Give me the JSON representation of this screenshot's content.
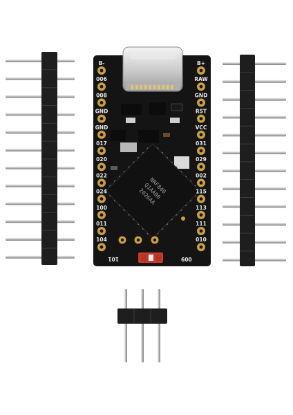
{
  "board": {
    "left_labels": [
      "B-",
      "006",
      "008",
      "GND",
      "GND",
      "017",
      "020",
      "022",
      "024",
      "100",
      "011",
      "104"
    ],
    "right_labels": [
      "B+",
      "RAW",
      "GND",
      "RST",
      "VCC",
      "031",
      "029",
      "002",
      "115",
      "113",
      "111",
      "010"
    ],
    "bottom_left_label": "101",
    "bottom_right_label": "009",
    "chip_lines": [
      "NRF840",
      "Q1AA00",
      "2026AA"
    ]
  },
  "header_strips": {
    "left_pin_count": 12,
    "right_pin_count": 12,
    "small_pin_count": 3
  },
  "colors": {
    "board": "#141414",
    "gold_pad": "#c9a23c",
    "pin_silver": "#c4c4c4",
    "plastic": "#1e1e1e",
    "usb_metal": "#d4d4d4",
    "red_component": "#c33a2a"
  }
}
